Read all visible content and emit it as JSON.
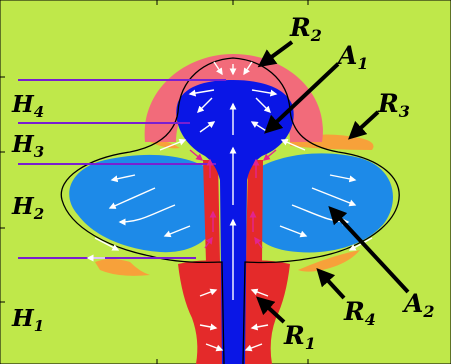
{
  "figure": {
    "colors": {
      "background": "#bfe84a",
      "red_region": "#e42a2a",
      "pink_region": "#f26b7a",
      "dark_blue_region": "#0a16e6",
      "light_blue_region": "#1d8ae8",
      "orange_region": "#f7a13a",
      "level_lines": "#7a1fd0",
      "flow_arrows_white": "#ffffff",
      "flow_arrows_magenta": "#e2248e",
      "outline": "#000000"
    },
    "left_labels": [
      {
        "id": "H4",
        "main": "H",
        "sub": "4"
      },
      {
        "id": "H3",
        "main": "H",
        "sub": "3"
      },
      {
        "id": "H2",
        "main": "H",
        "sub": "2"
      },
      {
        "id": "H1",
        "main": "H",
        "sub": "1"
      }
    ],
    "region_labels": [
      {
        "id": "R2",
        "main": "R",
        "sub": "2"
      },
      {
        "id": "A1",
        "main": "A",
        "sub": "1"
      },
      {
        "id": "R3",
        "main": "R",
        "sub": "3"
      },
      {
        "id": "A2",
        "main": "A",
        "sub": "2"
      },
      {
        "id": "R4",
        "main": "R",
        "sub": "4"
      },
      {
        "id": "R1",
        "main": "R",
        "sub": "1"
      }
    ]
  }
}
